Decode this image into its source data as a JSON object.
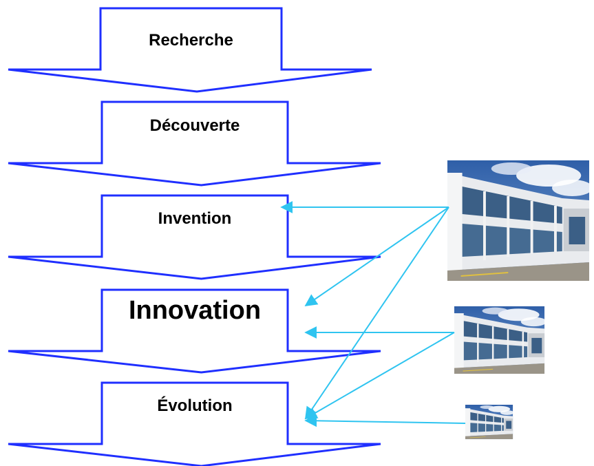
{
  "diagram": {
    "steps": [
      {
        "id": "recherche",
        "label": "Recherche",
        "highlight": false
      },
      {
        "id": "decouverte",
        "label": "Découverte",
        "highlight": false
      },
      {
        "id": "invention",
        "label": "Invention",
        "highlight": false
      },
      {
        "id": "innovation",
        "label": "Innovation",
        "highlight": true
      },
      {
        "id": "evolution",
        "label": "Évolution",
        "highlight": false
      }
    ],
    "images": [
      {
        "id": "large",
        "depicts": "office building"
      },
      {
        "id": "medium",
        "depicts": "office building"
      },
      {
        "id": "small",
        "depicts": "office building"
      }
    ],
    "connections": [
      {
        "from": "large",
        "to": "invention"
      },
      {
        "from": "large",
        "to": "innovation"
      },
      {
        "from": "large",
        "to": "evolution"
      },
      {
        "from": "medium",
        "to": "innovation"
      },
      {
        "from": "medium",
        "to": "evolution"
      },
      {
        "from": "small",
        "to": "evolution"
      }
    ],
    "colors": {
      "arrow_outline": "#1f2fff",
      "connector": "#2fc4f0",
      "label": "#000000",
      "highlight_label": "#c00000"
    }
  }
}
